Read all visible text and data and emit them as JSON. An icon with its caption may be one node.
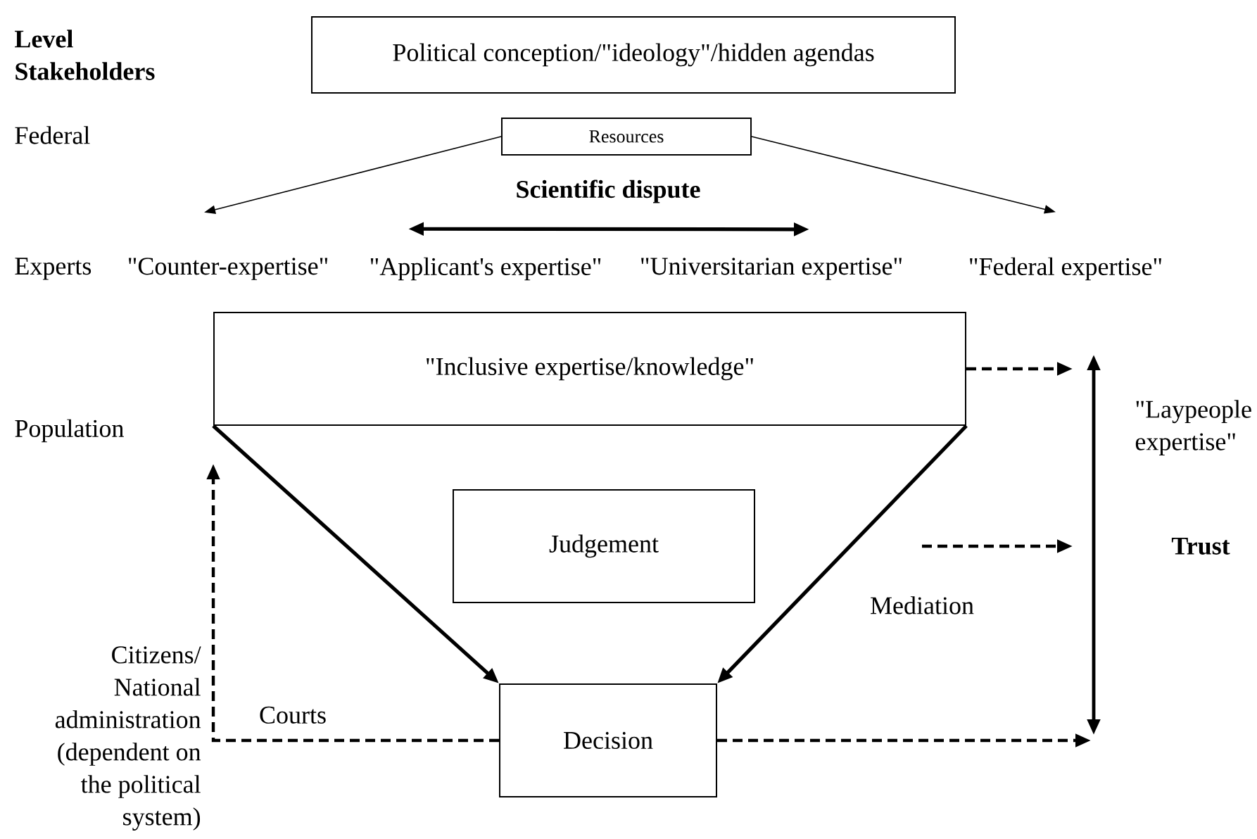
{
  "diagram": {
    "nodes": [
      {
        "text": [
          "Political conception/\"ideology\"/hidden agendas"
        ]
      },
      {
        "text": [
          "Resources"
        ]
      },
      {
        "text": [
          "\"Counter-expertise\""
        ]
      },
      {
        "text": [
          "\"Applicant's expertise\""
        ]
      },
      {
        "text": [
          "\"Universitarian expertise\""
        ]
      },
      {
        "text": [
          "\"Federal expertise\""
        ]
      },
      {
        "text": [
          "\"Inclusive expertise/knowledge\""
        ]
      },
      {
        "text": [
          "Judgement"
        ]
      },
      {
        "text": [
          "Decision"
        ]
      }
    ],
    "edges": [
      {
        "from": 1,
        "to": 2,
        "arrow": "to"
      },
      {
        "from": 1,
        "to": 5,
        "arrow": "to"
      },
      {
        "from": 3,
        "to": 4,
        "arrow": "both",
        "label": "Scientific dispute"
      },
      {
        "from": 6,
        "to": 8,
        "arrow": "to"
      },
      {
        "from": 6,
        "to": 8,
        "arrow": "to"
      },
      {
        "from": 8,
        "to": 6,
        "arrow": "to",
        "style": "dashed",
        "label": "Courts"
      },
      {
        "from": 6,
        "to": null,
        "arrow": "to",
        "style": "dashed"
      },
      {
        "from": 8,
        "to": null,
        "arrow": "to",
        "style": "dashed"
      }
    ],
    "labels": [
      "Level Stakeholders",
      "Federal",
      "Experts",
      "Population",
      "\"Laypeople expertise\"",
      "Trust",
      "Mediation",
      "Citizens/ National administration (dependent on the political system)"
    ]
  }
}
